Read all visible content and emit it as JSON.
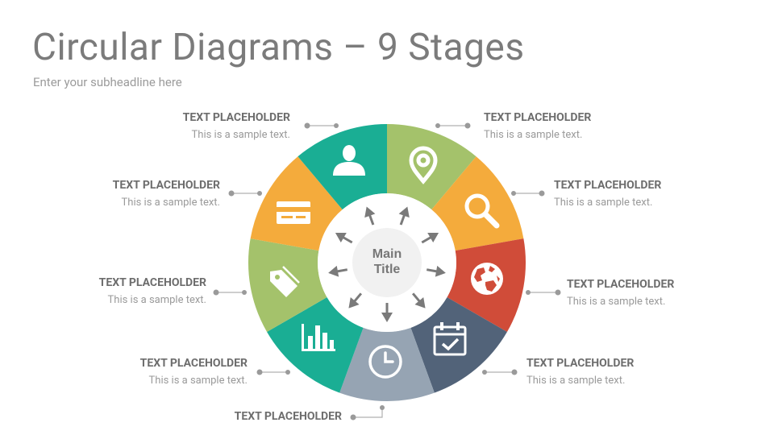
{
  "title": "Circular Diagrams – 9 Stages",
  "subtitle": "Enter your subheadline here",
  "center": {
    "line1": "Main",
    "line2": "Title"
  },
  "colors": {
    "teal": "#1aae94",
    "green": "#a4c26b",
    "orange": "#f4ab3c",
    "red": "#d04c39",
    "slate": "#526379",
    "grey": "#96a4b3"
  },
  "stages": [
    {
      "heading": "TEXT PLACEHOLDER",
      "text": "This is a sample text.",
      "icon": "map-pin-icon"
    },
    {
      "heading": "TEXT PLACEHOLDER",
      "text": "This is a sample text.",
      "icon": "search-icon"
    },
    {
      "heading": "TEXT PLACEHOLDER",
      "text": "This is a sample text.",
      "icon": "globe-icon"
    },
    {
      "heading": "TEXT PLACEHOLDER",
      "text": "This is a sample text.",
      "icon": "calendar-check-icon"
    },
    {
      "heading": "TEXT PLACEHOLDER",
      "icon": "clock-icon"
    },
    {
      "heading": "TEXT PLACEHOLDER",
      "text": "This is a sample text.",
      "icon": "bar-chart-icon"
    },
    {
      "heading": "TEXT PLACEHOLDER",
      "text": "This is a sample text.",
      "icon": "tag-icon"
    },
    {
      "heading": "TEXT PLACEHOLDER",
      "text": "This is a sample text.",
      "icon": "credit-card-icon"
    },
    {
      "heading": "TEXT PLACEHOLDER",
      "text": "This is a sample text.",
      "icon": "user-icon"
    }
  ]
}
